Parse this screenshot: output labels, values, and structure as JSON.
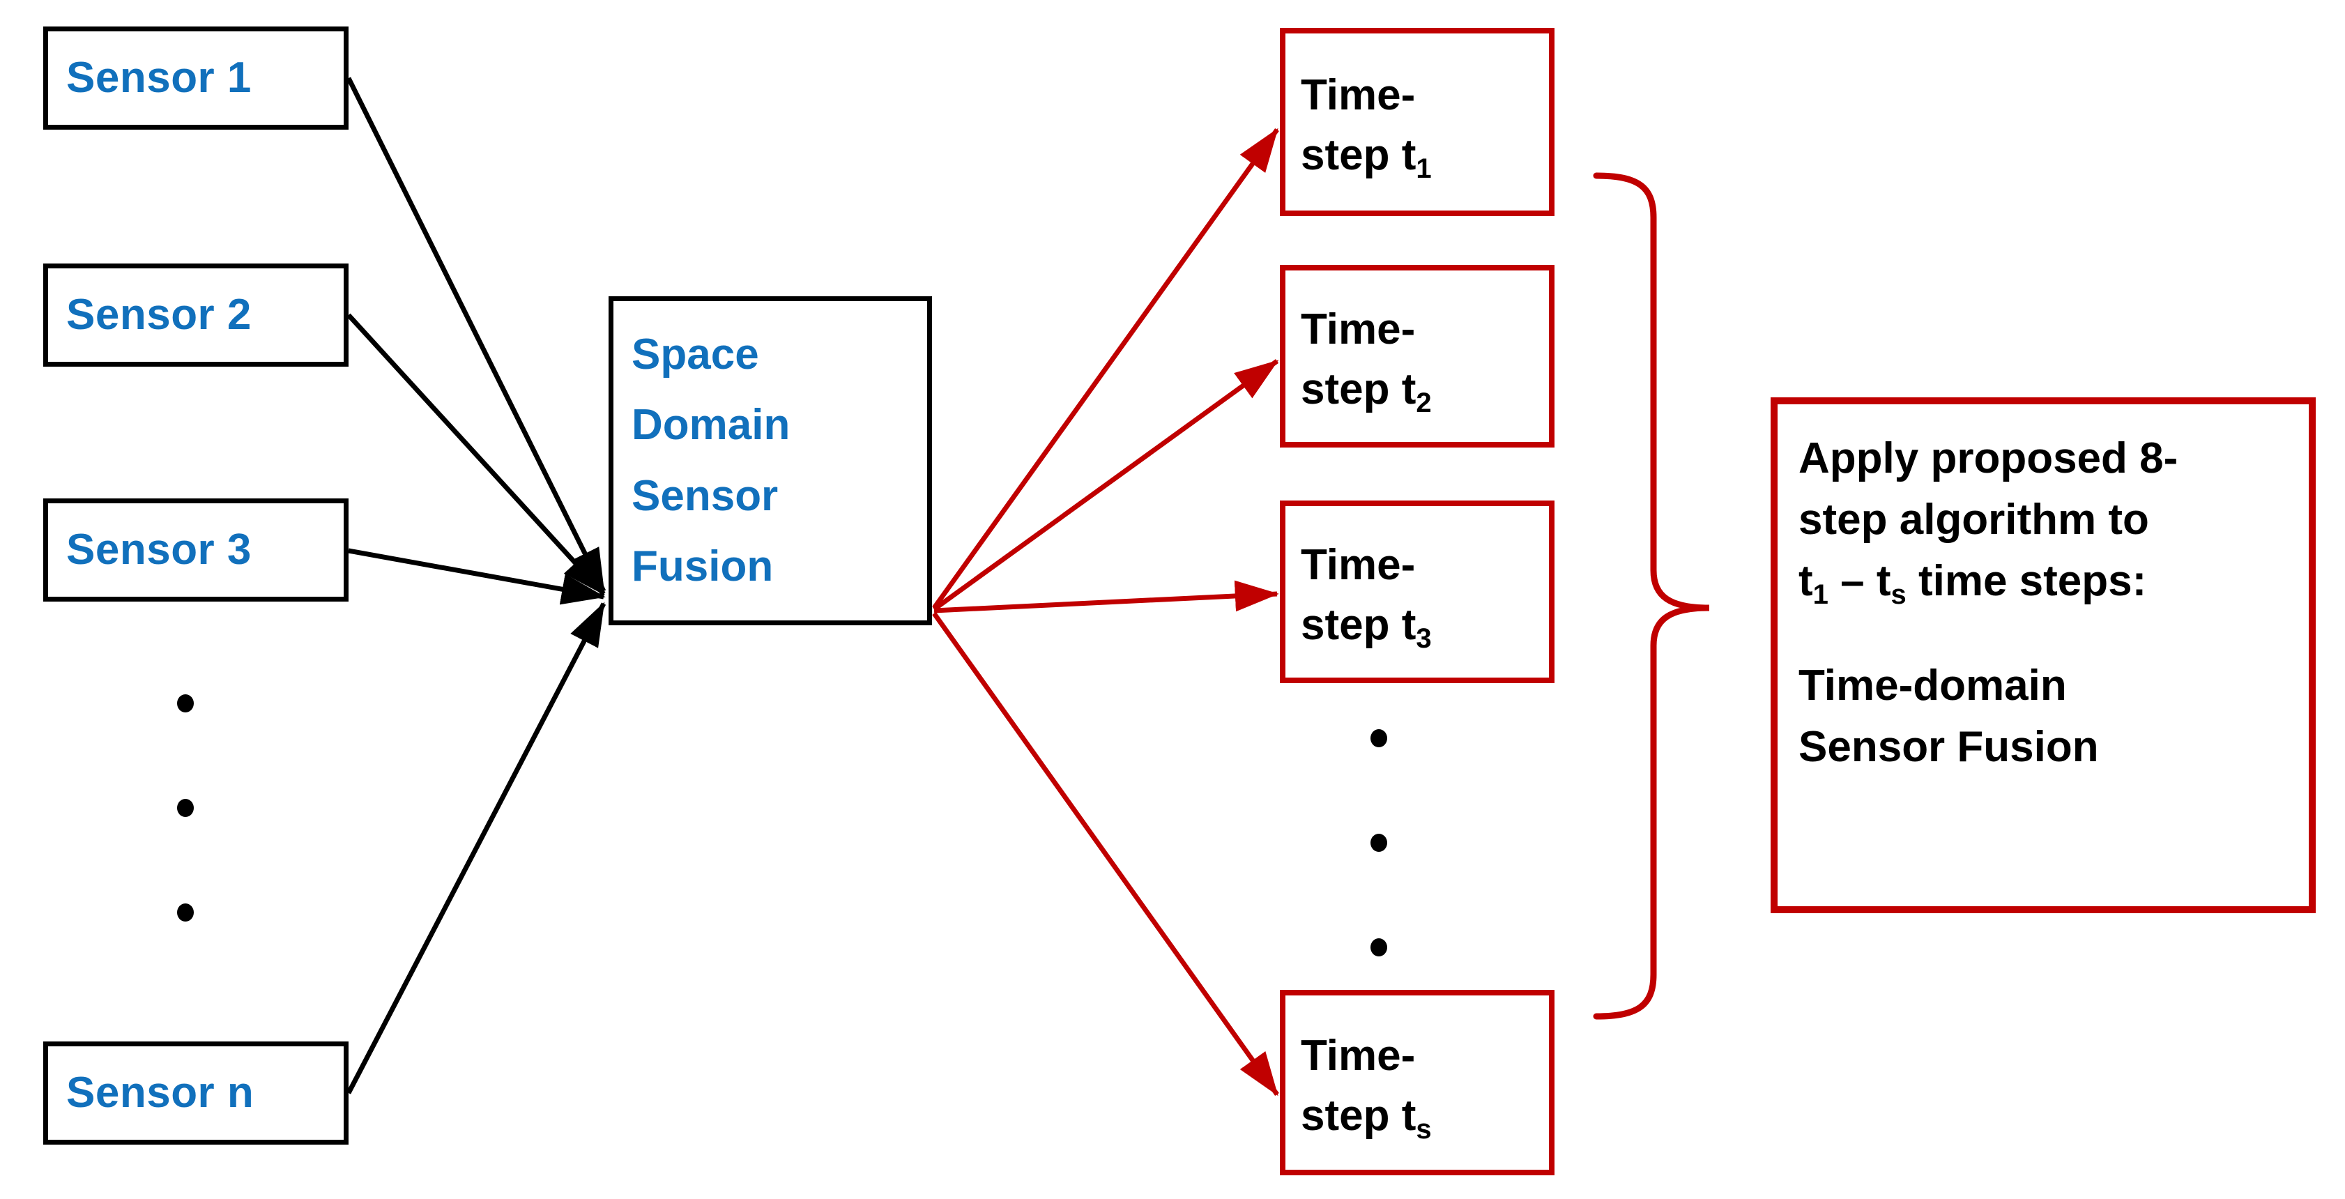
{
  "colors": {
    "sensor_text": "#1170BC",
    "box_border": "#000000",
    "accent_red": "#C00000",
    "background": "#FFFFFF"
  },
  "sensors": {
    "items": [
      {
        "label": "Sensor 1"
      },
      {
        "label": "Sensor 2"
      },
      {
        "label": "Sensor 3"
      },
      {
        "label": "Sensor n"
      }
    ],
    "ellipsis": "three vertical dots between Sensor 3 and Sensor n"
  },
  "fusion_block": {
    "lines": [
      "Space",
      "Domain",
      "Sensor",
      "Fusion"
    ],
    "full_text": "Space Domain Sensor Fusion"
  },
  "timesteps": {
    "items": [
      {
        "line1": "Time-",
        "line2_prefix": "step t",
        "subscript": "1"
      },
      {
        "line1": "Time-",
        "line2_prefix": "step t",
        "subscript": "2"
      },
      {
        "line1": "Time-",
        "line2_prefix": "step t",
        "subscript": "3"
      },
      {
        "line1": "Time-",
        "line2_prefix": "step t",
        "subscript": "s"
      }
    ],
    "ellipsis": "three vertical dots between Time-step t3 and Time-step ts"
  },
  "algorithm_block": {
    "line1": "Apply proposed 8-",
    "line2": "step algorithm to",
    "line3_a": "t",
    "line3_sub_a": "1",
    "line3_b": " – t",
    "line3_sub_b": "s",
    "line3_c": " time steps:",
    "line4": "Time-domain",
    "line5": "Sensor Fusion",
    "full_text": "Apply proposed 8-step algorithm to t1 – ts time steps: Time-domain Sensor Fusion"
  }
}
